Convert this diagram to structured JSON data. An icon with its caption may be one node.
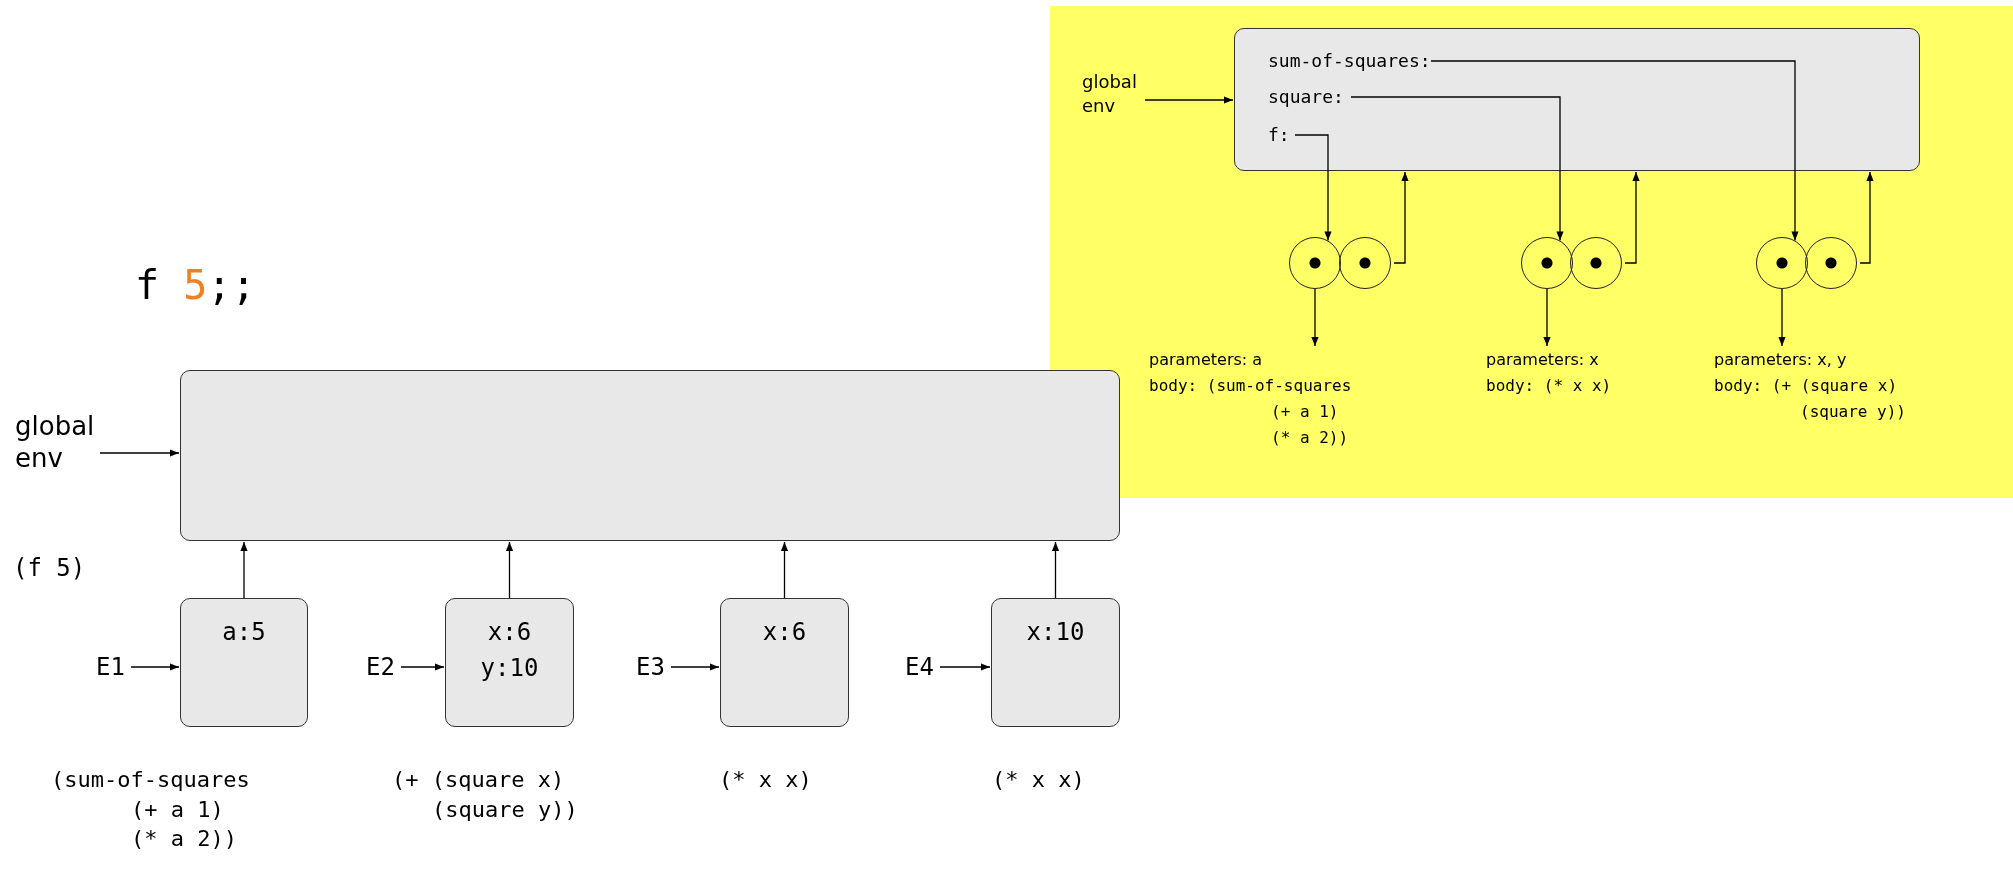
{
  "diagram": {
    "nodes": [
      {
        "text": [],
        "shape": "box"
      },
      {
        "text": [
          "global env"
        ],
        "in": 0
      },
      {
        "text": [],
        "shape": "box",
        "in": 0
      },
      {
        "text": [
          "sum-of-squares:"
        ],
        "in": 2
      },
      {
        "text": [
          "square:"
        ],
        "in": 2
      },
      {
        "text": [
          "f:"
        ],
        "in": 2
      },
      {
        "text": [],
        "shape": "circle",
        "in": 0
      },
      {
        "text": [],
        "shape": "circle",
        "in": 0
      },
      {
        "text": [],
        "shape": "circle",
        "in": 0
      },
      {
        "text": [],
        "shape": "circle",
        "in": 0
      },
      {
        "text": [],
        "shape": "circle",
        "in": 0
      },
      {
        "text": [],
        "shape": "circle",
        "in": 0
      },
      {
        "text": [
          "parameters: a",
          "body: (sum-of-squares (+ a 1) (* a 2))"
        ],
        "in": 0
      },
      {
        "text": [
          "parameters: x",
          "body: (* x x)"
        ],
        "in": 0
      },
      {
        "text": [
          "parameters: x, y",
          "body: (+ (square x) (square y))"
        ],
        "in": 0
      },
      {
        "text": [
          "global env"
        ]
      },
      {
        "text": [],
        "shape": "box"
      },
      {
        "text": [
          "E1"
        ]
      },
      {
        "text": [
          "a:5"
        ]
      },
      {
        "text": [
          "E2"
        ]
      },
      {
        "text": [
          "x:6",
          "y:10"
        ]
      },
      {
        "text": [
          "E3"
        ]
      },
      {
        "text": [
          "x:6"
        ]
      },
      {
        "text": [
          "E4"
        ]
      },
      {
        "text": [
          "x:10"
        ]
      }
    ],
    "edges": [
      {
        "from": 1,
        "to": 2,
        "arrow": "to"
      },
      {
        "from": 3,
        "to": 10,
        "arrow": "to"
      },
      {
        "from": 4,
        "to": 8,
        "arrow": "to"
      },
      {
        "from": 5,
        "to": 6,
        "arrow": "to"
      },
      {
        "from": 7,
        "to": 2,
        "arrow": "to"
      },
      {
        "from": 9,
        "to": 2,
        "arrow": "to"
      },
      {
        "from": 11,
        "to": 2,
        "arrow": "to"
      },
      {
        "from": 6,
        "to": 12,
        "arrow": "to"
      },
      {
        "from": 8,
        "to": 13,
        "arrow": "to"
      },
      {
        "from": 10,
        "to": 14,
        "arrow": "to"
      },
      {
        "from": 15,
        "to": 16,
        "arrow": "to"
      },
      {
        "from": 17,
        "to": 18,
        "arrow": "to"
      },
      {
        "from": 19,
        "to": 20,
        "arrow": "to"
      },
      {
        "from": 21,
        "to": 22,
        "arrow": "to"
      },
      {
        "from": 23,
        "to": 24,
        "arrow": "to"
      },
      {
        "from": 18,
        "to": 16,
        "arrow": "to"
      },
      {
        "from": 20,
        "to": 16,
        "arrow": "to"
      },
      {
        "from": 22,
        "to": 16,
        "arrow": "to"
      },
      {
        "from": 24,
        "to": 16,
        "arrow": "to"
      }
    ],
    "labels": [
      "f 5;;",
      "(f 5)",
      "(sum-of-squares (+ a 1) (* a 2))",
      "(+ (square x) (square y))",
      "(* x x)",
      "(* x x)"
    ]
  }
}
